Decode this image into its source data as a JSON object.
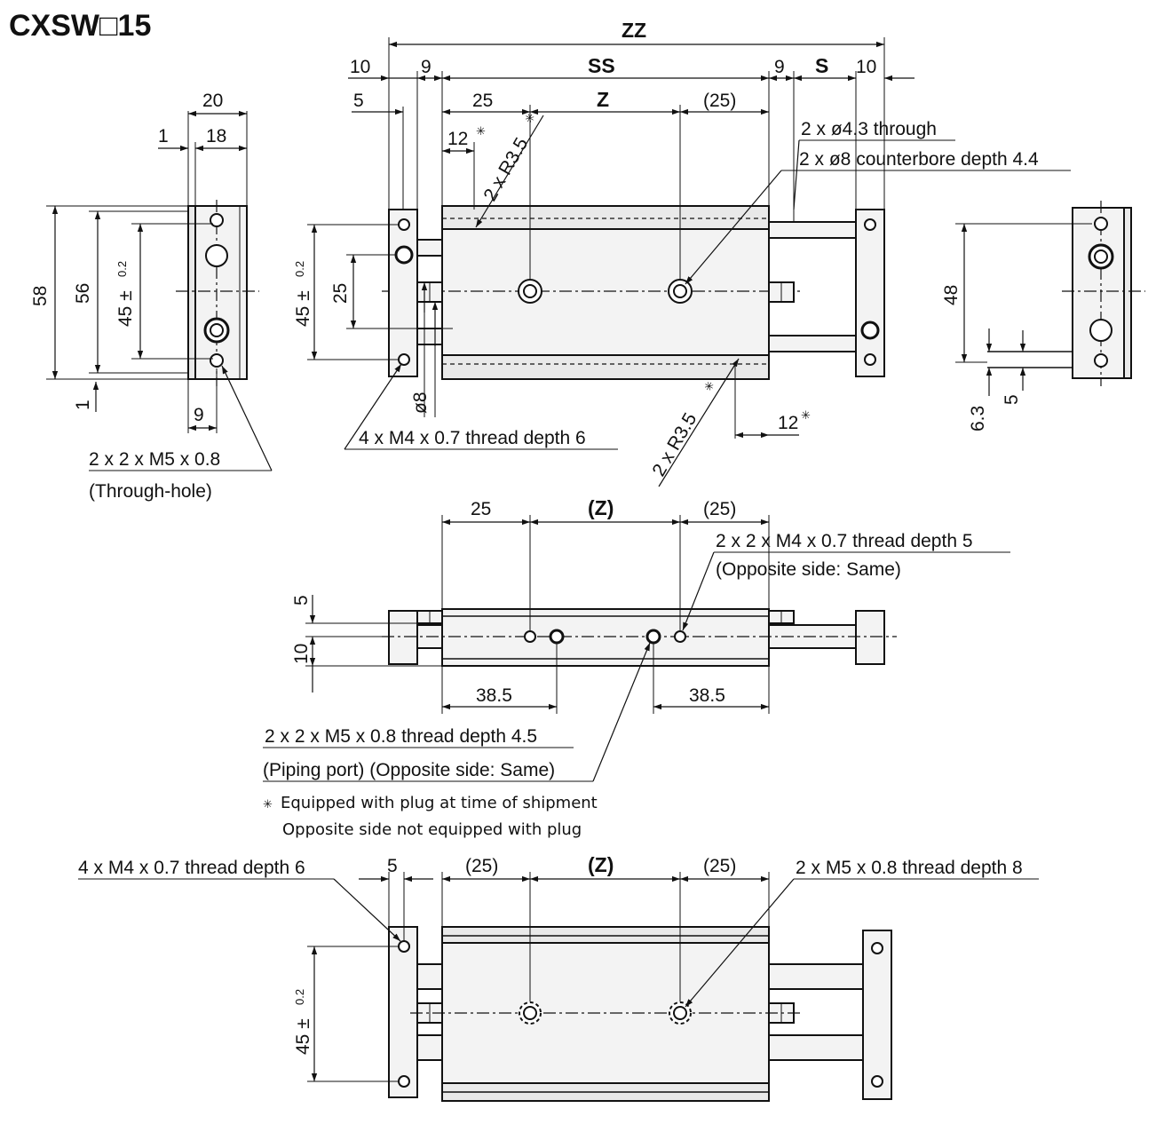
{
  "title": "CXSW□15",
  "top_view": {
    "overall": "ZZ",
    "stroke_span": "SS",
    "end_gap_left": "9",
    "end_gap_right": "9",
    "stroke": "S",
    "plate_left": "10",
    "plate_right": "10",
    "offset": "5",
    "pitch_left": "25",
    "pitch_mid": "Z",
    "pitch_right": "(25)",
    "radius_top": "2 x R3.5",
    "radius_bottom": "2 x R3.5",
    "radius_offset_top": "12",
    "radius_offset_bottom": "12",
    "plug_mark": "✳",
    "height_tol": "45 ±",
    "tolerance": "0.2",
    "port_spacing": "25",
    "rod_dia": "ø8",
    "note_through": "2 x ø4.3 through",
    "note_counterbore": "2 x ø8 counterbore depth 4.4",
    "note_thread": "4 x M4 x 0.7 thread depth 6"
  },
  "left_view": {
    "width": "20",
    "inner": "18",
    "edge": "1",
    "height": "58",
    "height_inner": "56",
    "pitch": "45 ±",
    "tolerance": "0.2",
    "bottom_gap": "1",
    "hole_offset": "9",
    "note_line1": "2 x 2 x M5 x 0.8",
    "note_line2": "(Through-hole)"
  },
  "right_view": {
    "height": "48",
    "offset_a": "6.3",
    "offset_b": "5"
  },
  "side_view": {
    "pitch_left": "25",
    "pitch_mid": "(Z)",
    "pitch_right": "(25)",
    "upper": "5",
    "lower": "10",
    "port_left": "38.5",
    "port_right": "38.5",
    "note_thread_line1": "2 x 2 x M4 x 0.7 thread depth 5",
    "note_thread_line2": "(Opposite side: Same)",
    "note_port_line1": "2 x 2 x M5 x 0.8 thread depth 4.5",
    "note_port_line2": "(Piping port) (Opposite side: Same)",
    "footnote_mark": "✳",
    "footnote_line1": "Equipped with plug at time of shipment",
    "footnote_line2": "Opposite side not equipped with plug"
  },
  "bottom_view": {
    "offset": "5",
    "pitch_left": "(25)",
    "pitch_mid": "(Z)",
    "pitch_right": "(25)",
    "height_tol": "45 ±",
    "tolerance": "0.2",
    "note_left": "4 x M4 x 0.7 thread depth 6",
    "note_right": "2 x M5 x 0.8 thread depth 8"
  }
}
